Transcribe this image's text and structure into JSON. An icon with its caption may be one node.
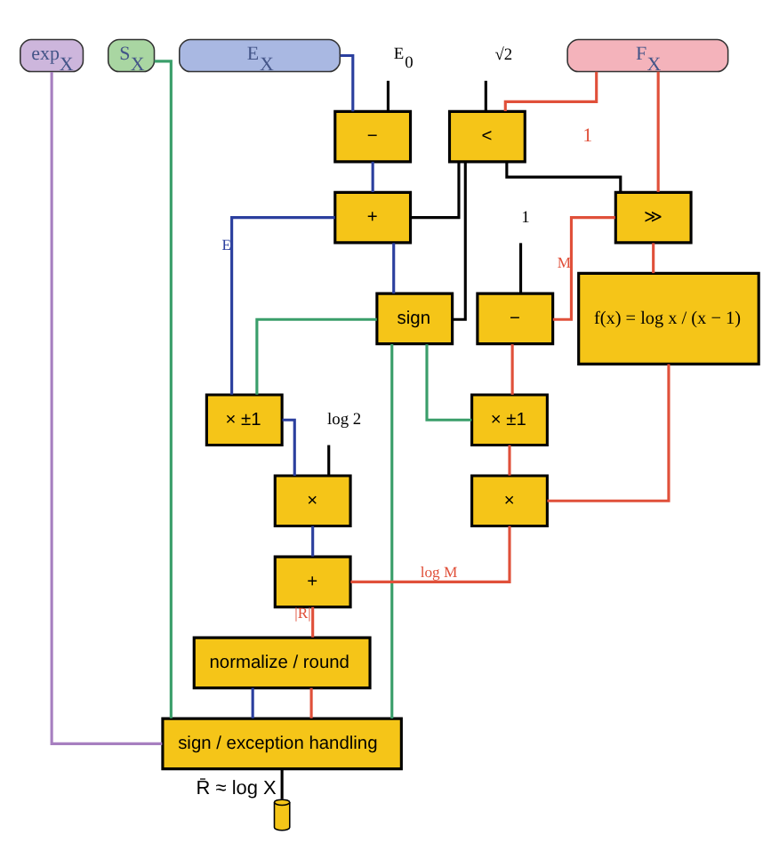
{
  "diagram": {
    "nodes": [
      {
        "text": [
          "exp$_{X}$"
        ]
      },
      {
        "text": [
          "S$_{X}$"
        ]
      },
      {
        "text": [
          "E$_{X}$"
        ]
      },
      {
        "text": [
          "F$_{X}$"
        ]
      },
      {
        "text": [
          "E$_{0}$"
        ]
      },
      {
        "text": [
          "−"
        ]
      },
      {
        "text": [
          "√2"
        ]
      },
      {
        "text": [
          "<"
        ]
      },
      {
        "text": [
          "≫"
        ]
      },
      {
        "text": [
          "+"
        ]
      },
      {
        "text": [
          "sign"
        ]
      },
      {
        "text": [
          "× ±1"
        ]
      },
      {
        "text": [
          "1"
        ]
      },
      {
        "text": [
          "−"
        ]
      },
      {
        "text": [
          "× ±1"
        ]
      },
      {
        "text": [
          "f(x) = log x / (x − 1)"
        ]
      },
      {
        "text": [
          "log 2"
        ]
      },
      {
        "text": [
          "×"
        ]
      },
      {
        "text": [
          "×"
        ]
      },
      {
        "text": [
          "+"
        ]
      },
      {
        "text": [
          "normalize / round"
        ]
      },
      {
        "text": [
          "sign / exception handling"
        ]
      },
      {
        "text": [],
        "shape": "cylinder",
        "beside": [
          "R̄ ≈ log X"
        ]
      }
    ],
    "edges": [
      {
        "from": 2,
        "to": 5,
        "arrow": "none",
        "color": "#2b3f9e"
      },
      {
        "from": 4,
        "to": 5,
        "arrow": "none",
        "color": "#000000"
      },
      {
        "from": 5,
        "to": 9,
        "arrow": "none",
        "color": "#2b3f9e"
      },
      {
        "from": 3,
        "to": 7,
        "arrow": "none",
        "color": "#e0503a"
      },
      {
        "from": 3,
        "to": 8,
        "arrow": "none",
        "color": "#e0503a"
      },
      {
        "from": 6,
        "to": 7,
        "arrow": "none",
        "color": "#000000"
      },
      {
        "from": 7,
        "to": 9,
        "arrow": "none",
        "color": "#000000"
      },
      {
        "from": 7,
        "to": 8,
        "arrow": "none",
        "color": "#000000"
      },
      {
        "from": 7,
        "to": 10,
        "arrow": "none",
        "color": "#000000"
      },
      {
        "from": 9,
        "to": 10,
        "arrow": "none",
        "color": "#2b3f9e"
      },
      {
        "from": 9,
        "to": 11,
        "label": "E",
        "arrow": "none",
        "color": "#2b3f9e"
      },
      {
        "from": 10,
        "to": 11,
        "arrow": "none",
        "color": "#3a9e6a"
      },
      {
        "from": 10,
        "to": 14,
        "arrow": "none",
        "color": "#3a9e6a"
      },
      {
        "from": 10,
        "to": 21,
        "arrow": "none",
        "color": "#3a9e6a"
      },
      {
        "from": 1,
        "to": 21,
        "arrow": "none",
        "color": "#3a9e6a"
      },
      {
        "from": 8,
        "to": 13,
        "label": "M",
        "arrow": "none",
        "color": "#e0503a"
      },
      {
        "from": 8,
        "to": 15,
        "arrow": "none",
        "color": "#e0503a"
      },
      {
        "from": 12,
        "to": 13,
        "arrow": "none",
        "color": "#000000"
      },
      {
        "from": 13,
        "to": 14,
        "arrow": "none",
        "color": "#e0503a"
      },
      {
        "from": 11,
        "to": 17,
        "arrow": "none",
        "color": "#2b3f9e"
      },
      {
        "from": 16,
        "to": 17,
        "arrow": "none",
        "color": "#000000"
      },
      {
        "from": 14,
        "to": 18,
        "arrow": "none",
        "color": "#e0503a"
      },
      {
        "from": 15,
        "to": 18,
        "arrow": "none",
        "color": "#e0503a"
      },
      {
        "from": 17,
        "to": 19,
        "arrow": "none",
        "color": "#2b3f9e"
      },
      {
        "from": 18,
        "to": 19,
        "label": "log M",
        "arrow": "none",
        "color": "#e0503a"
      },
      {
        "from": 19,
        "to": 20,
        "label": "|R|",
        "arrow": "none",
        "color": "#e0503a"
      },
      {
        "from": 20,
        "to": 21,
        "arrow": "none",
        "color": "#2b3f9e"
      },
      {
        "from": 20,
        "to": 21,
        "arrow": "none",
        "color": "#e0503a"
      },
      {
        "from": 0,
        "to": 21,
        "arrow": "none",
        "color": "#a77fc0"
      },
      {
        "from": 21,
        "to": 22,
        "arrow": "none",
        "color": "#000000"
      }
    ],
    "labels": [
      "1"
    ]
  }
}
